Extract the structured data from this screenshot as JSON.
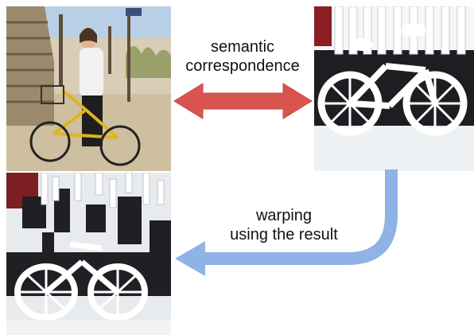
{
  "captions": {
    "correspondence_line1": "semantic",
    "correspondence_line2": "correspondence",
    "warping_line1": "warping",
    "warping_line2": "using the result"
  },
  "images": {
    "source": "photo-woman-yellow-bicycle-beach",
    "target": "photo-snow-covered-bicycle",
    "warped": "photo-warped-snow-bicycle-result"
  },
  "colors": {
    "correspondence_arrow": "#d9534f",
    "warping_arrow": "#8fb3e6"
  }
}
